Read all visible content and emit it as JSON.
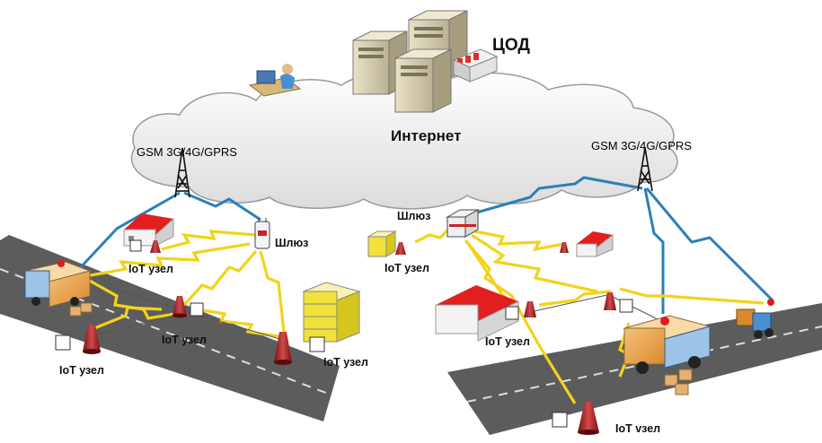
{
  "labels": {
    "datacenter": "ЦОД",
    "internet": "Интернет",
    "gsm_left": "GSM 3G/4G/GPRS",
    "gsm_right": "GSM 3G/4G/GPRS",
    "gateway": "Шлюз",
    "iot_node": "IoT узел",
    "iot_node_alt": "IoT vзел"
  },
  "colors": {
    "cloud": "#ececec",
    "road": "#5f5f5f",
    "link_blue": "#2c7fb8",
    "link_yellow": "#f2d31b",
    "node_red": "#a31f1f",
    "roof_red": "#d91a1a"
  }
}
